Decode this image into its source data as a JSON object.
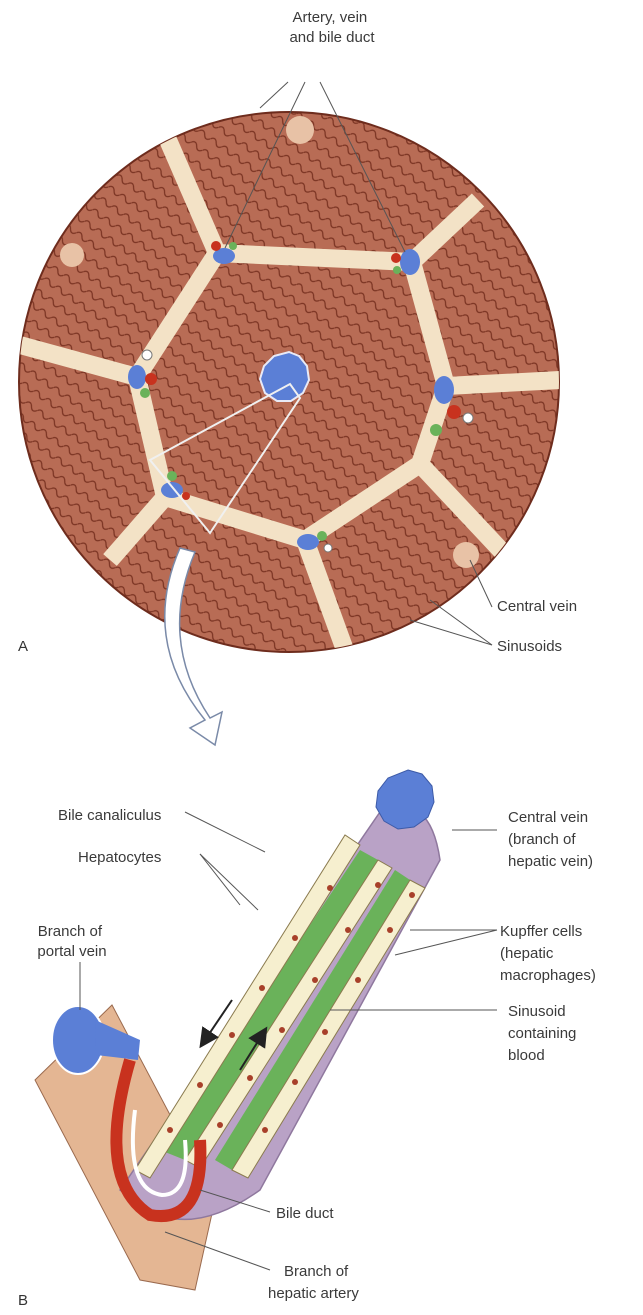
{
  "panel_a": {
    "letter": "A",
    "labels": {
      "artery_vein_bile_duct": [
        "Artery, vein",
        "and bile duct"
      ],
      "central_vein": "Central vein",
      "sinusoids": "Sinusoids"
    }
  },
  "panel_b": {
    "letter": "B",
    "labels": {
      "bile_canaliculus": "Bile canaliculus",
      "hepatocytes": "Hepatocytes",
      "branch_of_portal_vein": [
        "Branch of",
        "portal vein"
      ],
      "central_vein_branch": [
        "Central vein",
        "(branch of",
        "hepatic vein)"
      ],
      "kupffer_cells": [
        "Kupffer cells",
        "(hepatic",
        "macrophages)"
      ],
      "sinusoid_containing_blood": [
        "Sinusoid",
        "containing",
        "blood"
      ],
      "bile_duct": "Bile duct",
      "branch_of_hepatic_artery": [
        "Branch of",
        "hepatic artery"
      ]
    }
  },
  "colors": {
    "tissue": "#b86c55",
    "septum": "#f3e2c6",
    "vein_blue": "#5b7fd6",
    "artery_red": "#c8321e",
    "bile_green": "#6ab25a",
    "capsule_lilac": "#b9a2c6"
  }
}
